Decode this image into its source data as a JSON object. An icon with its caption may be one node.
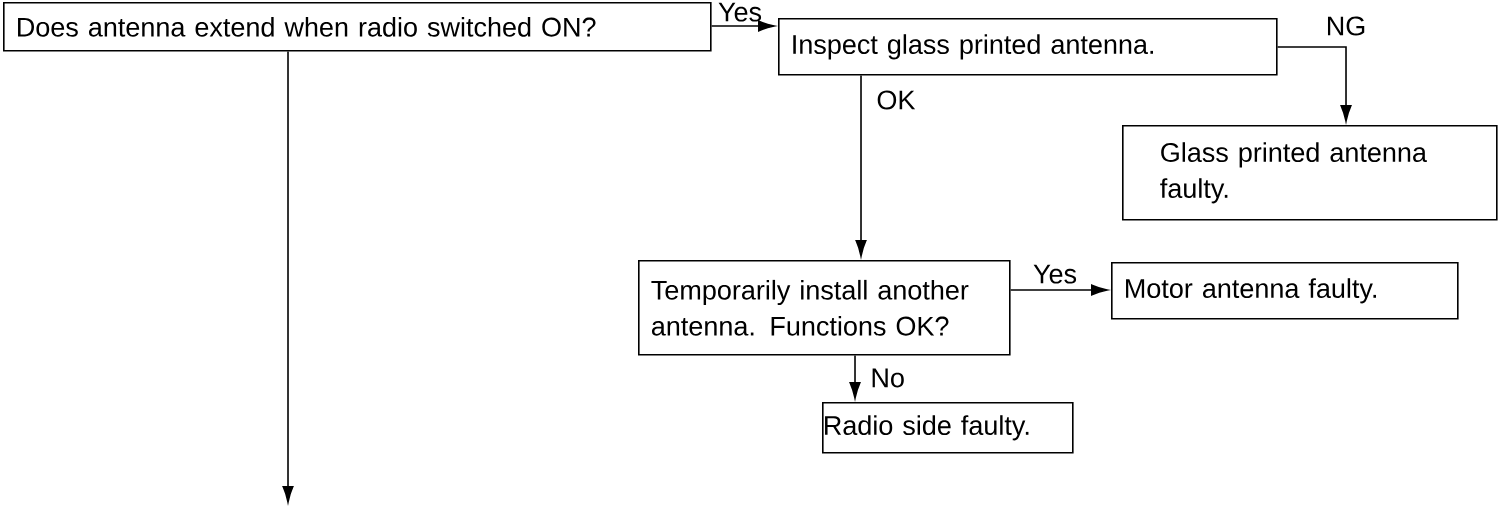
{
  "diagram": {
    "nodes": [
      {
        "text": [
          "Does antenna extend when radio switched ON?"
        ]
      },
      {
        "text": [
          "Inspect glass printed antenna."
        ]
      },
      {
        "text": [
          "Glass printed antenna faulty."
        ]
      },
      {
        "text": [
          "Temporarily install another antenna. Functions OK?"
        ]
      },
      {
        "text": [
          "Motor antenna faulty."
        ]
      },
      {
        "text": [
          "Radio side faulty."
        ]
      }
    ],
    "edges": [
      {
        "from": 0,
        "to": 1,
        "arrow": "to",
        "label": "Yes"
      },
      {
        "from": 1,
        "to": 2,
        "arrow": "to",
        "label": "NG"
      },
      {
        "from": 1,
        "to": 3,
        "arrow": "to",
        "label": "OK"
      },
      {
        "from": 3,
        "to": 4,
        "arrow": "to",
        "label": "Yes"
      },
      {
        "from": 3,
        "to": 5,
        "arrow": "to",
        "label": "No"
      },
      {
        "from": 0,
        "to": null,
        "arrow": "to"
      }
    ]
  }
}
